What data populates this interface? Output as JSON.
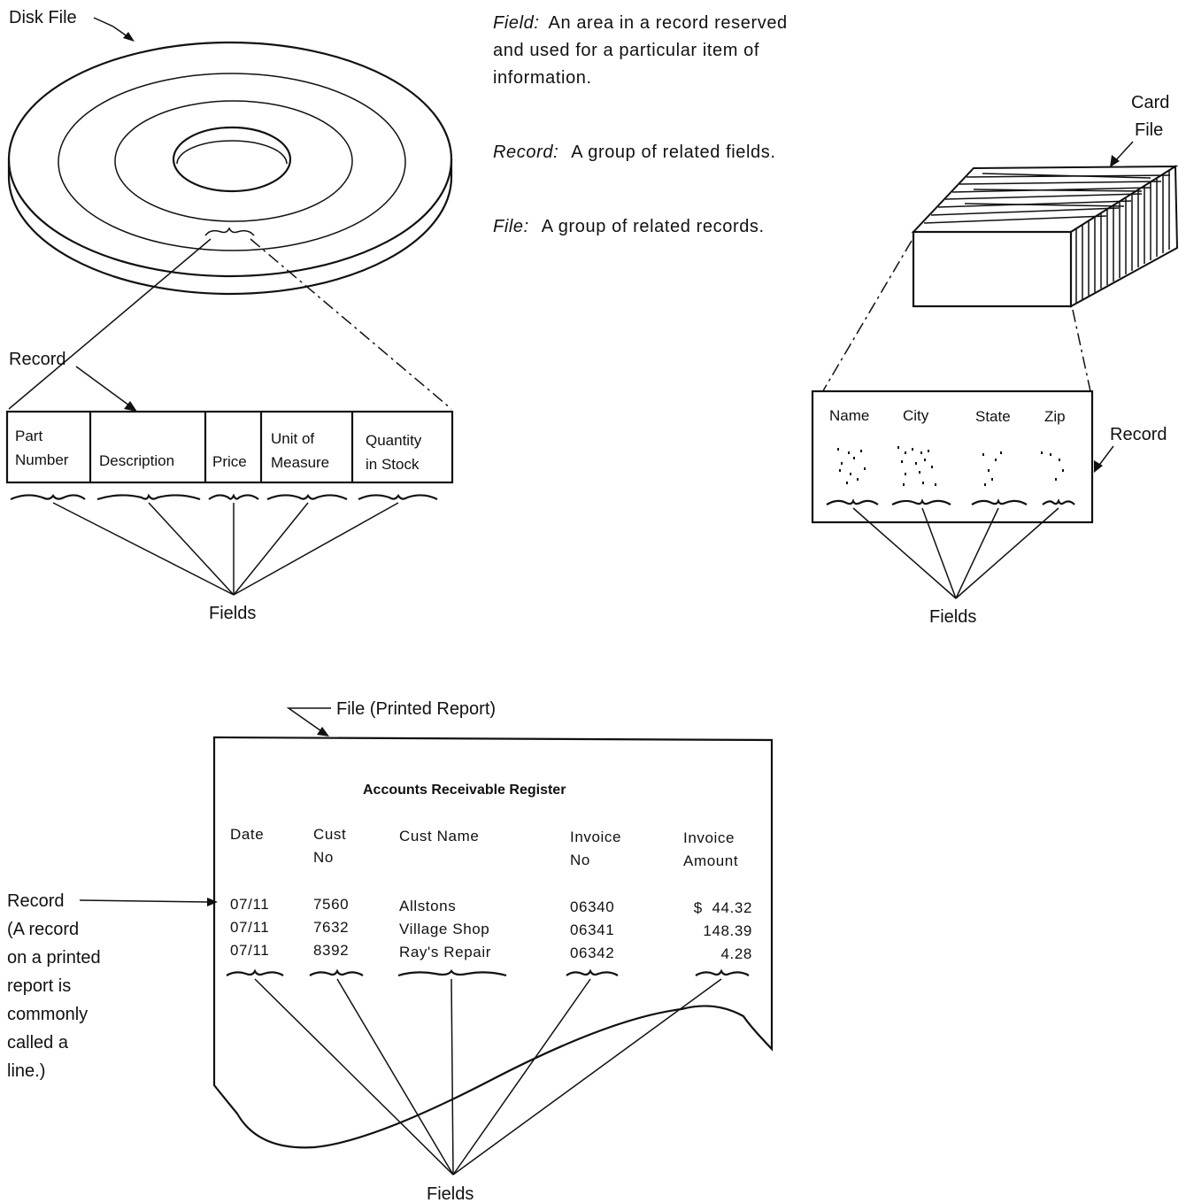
{
  "definitions": {
    "field_term": "Field:",
    "field_line1": "An area in a record reserved",
    "field_line2": "and used for a particular item of",
    "field_line3": "information.",
    "record_term": "Record:",
    "record_text": "A group of related fields.",
    "file_term": "File:",
    "file_text": "A group of related records."
  },
  "disk": {
    "title": "Disk File",
    "record_label": "Record",
    "fields_label": "Fields",
    "record_fields": [
      [
        "Part",
        "Number"
      ],
      [
        "Description"
      ],
      [
        "Price"
      ],
      [
        "Unit of",
        "Measure"
      ],
      [
        "Quantity",
        "in Stock"
      ]
    ]
  },
  "card": {
    "title_line1": "Card",
    "title_line2": "File",
    "record_label": "Record",
    "fields_label": "Fields",
    "field_names": [
      "Name",
      "City",
      "State",
      "Zip"
    ]
  },
  "report": {
    "file_label": "File (Printed Report)",
    "title": "Accounts Receivable Register",
    "headers": [
      [
        "Date"
      ],
      [
        "Cust",
        "No"
      ],
      [
        "Cust Name"
      ],
      [
        "Invoice",
        "No"
      ],
      [
        "Invoice",
        "Amount"
      ]
    ],
    "rows": [
      [
        "07/11",
        "7560",
        "Allstons",
        "06340",
        "$  44.32"
      ],
      [
        "07/11",
        "7632",
        "Village Shop",
        "06341",
        "148.39"
      ],
      [
        "07/11",
        "8392",
        "Ray's Repair",
        "06342",
        "4.28"
      ]
    ],
    "record_label": "Record",
    "record_note": [
      "(A record",
      "on a printed",
      "report is",
      "commonly",
      "called a",
      "line.)"
    ],
    "fields_label": "Fields"
  }
}
